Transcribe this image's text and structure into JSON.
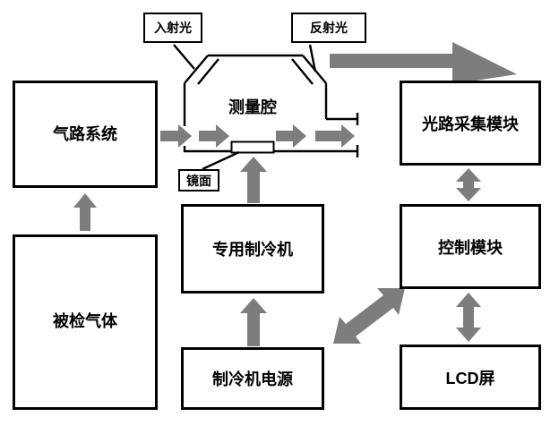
{
  "diagram": {
    "background": "#ffffff",
    "line_color": "#000000",
    "arrow_color": "#7d7d7d",
    "nodes": {
      "incident_light": "入射光",
      "reflected_light": "反射光",
      "chamber": "测量腔",
      "mirror": "镜面",
      "gas_system": "气路系统",
      "sample_gas": "被检气体",
      "cooler": "专用制冷机",
      "cooler_power": "制冷机电源",
      "optical_module": "光路采集模块",
      "control_module": "控制模块",
      "lcd": "LCD屏"
    }
  }
}
